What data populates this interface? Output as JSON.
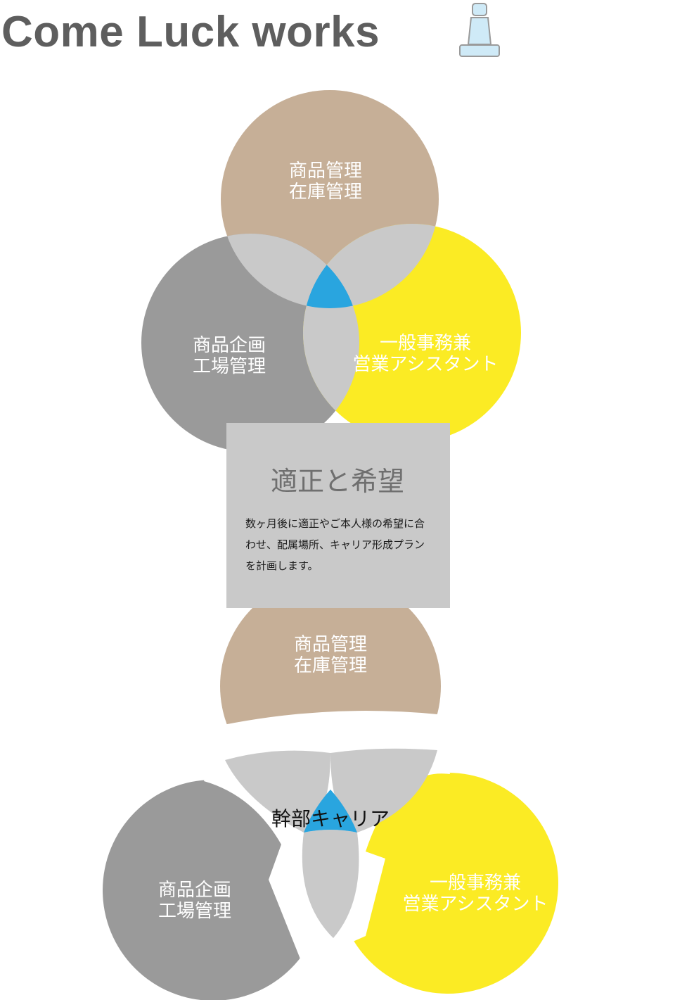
{
  "header": {
    "title": "Come Luck works",
    "icon": "seat-icon"
  },
  "colors": {
    "tan": "#c6af97",
    "gray": "#9a9a9a",
    "yellow": "#fbeb24",
    "overlap": "#c9c9c9",
    "center": "#29a5df"
  },
  "top_diagram": {
    "top_circle": {
      "line1": "商品管理",
      "line2": "在庫管理"
    },
    "left_circle": {
      "line1": "商品企画",
      "line2": "工場管理"
    },
    "right_circle": {
      "line1": "一般事務兼",
      "line2": "営業アシスタント"
    }
  },
  "info_box": {
    "heading": "適正と希望",
    "body": "数ヶ月後に適正やご本人様の希望に合わせ、配属場所、キャリア形成プランを計画します。"
  },
  "bottom_diagram": {
    "top_circle": {
      "line1": "商品管理",
      "line2": "在庫管理"
    },
    "left_circle": {
      "line1": "商品企画",
      "line2": "工場管理"
    },
    "right_circle": {
      "line1": "一般事務兼",
      "line2": "営業アシスタント"
    },
    "center_label": "幹部キャリア"
  }
}
